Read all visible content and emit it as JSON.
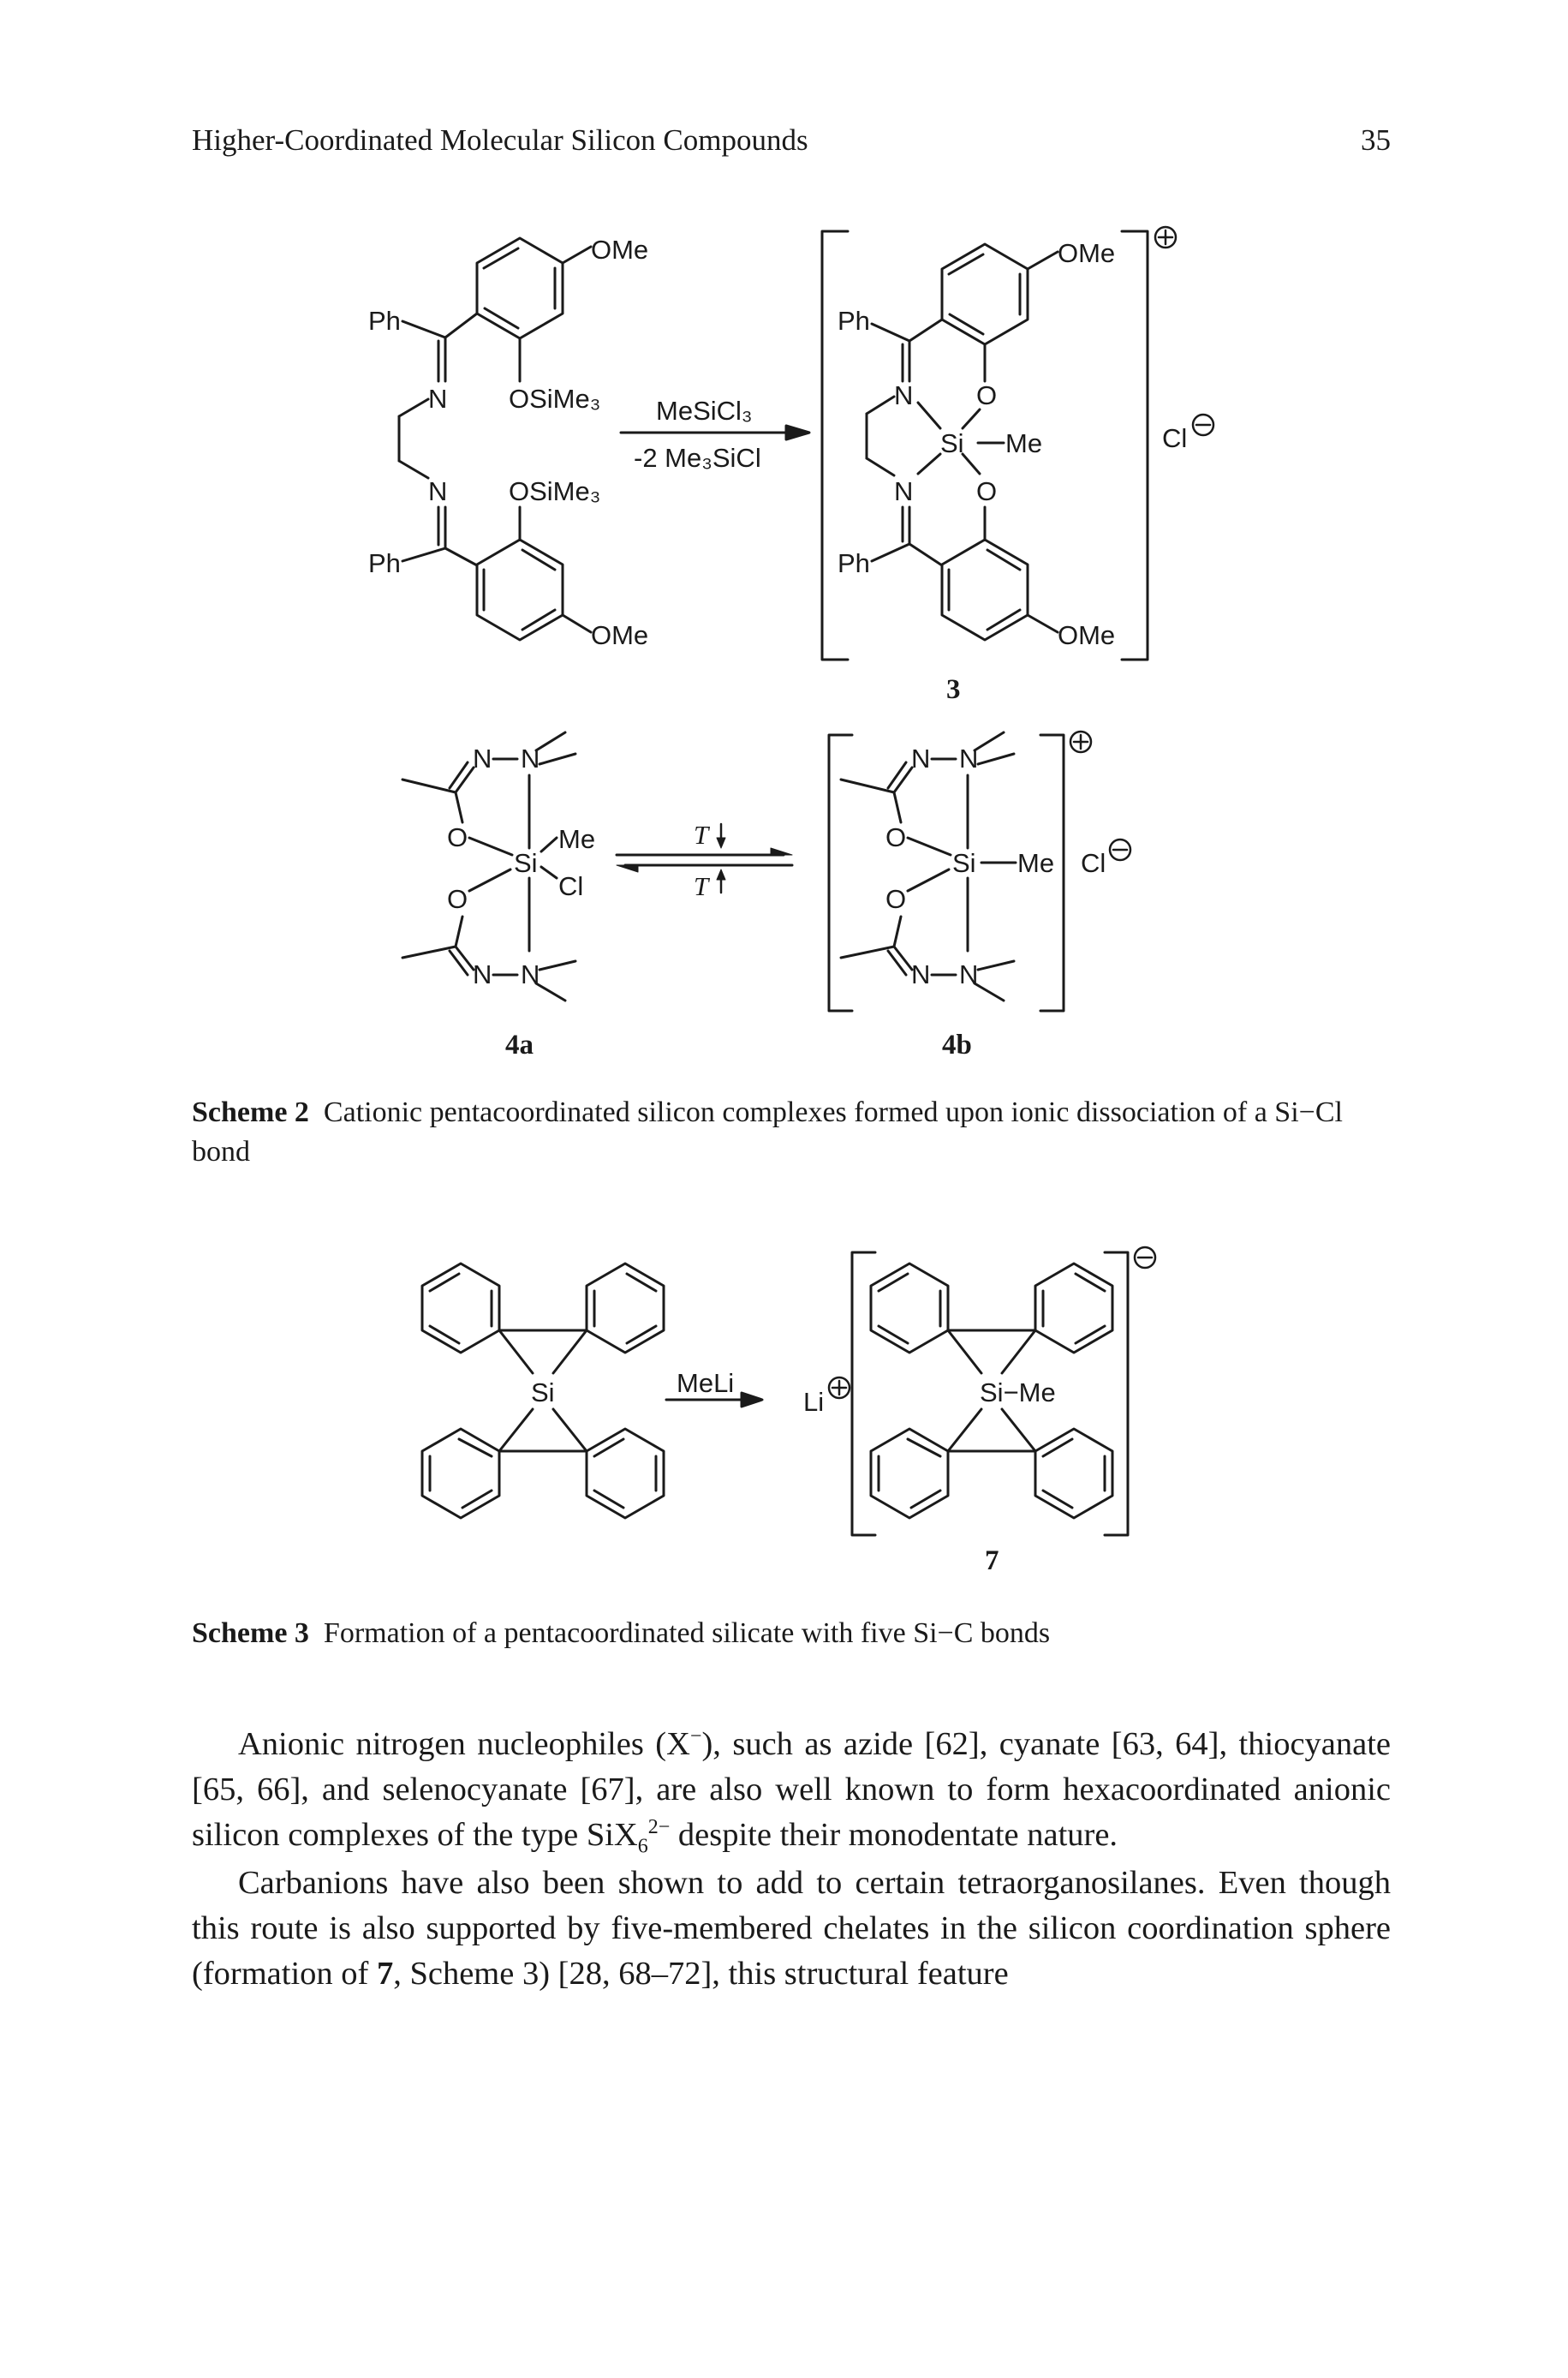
{
  "header": {
    "title": "Higher-Coordinated Molecular Silicon Compounds",
    "page_number": "35"
  },
  "scheme2": {
    "reaction1": {
      "reagent": "MeSiCl₃",
      "byproduct": "-2 Me₃SiCl",
      "product_label": "3",
      "counterion": "Cl"
    },
    "reaction2": {
      "arrow_top": "T",
      "arrow_bottom": "T",
      "left_label": "4a",
      "right_label": "4b",
      "counterion": "Cl"
    },
    "atoms": {
      "ph": "Ph",
      "n": "N",
      "o": "O",
      "si": "Si",
      "me": "Me",
      "cl": "Cl",
      "ome": "OMe",
      "osime3": "OSiMe₃"
    },
    "caption_label": "Scheme 2",
    "caption_text": "Cationic pentacoordinated silicon complexes formed upon ionic dissociation of a Si−Cl bond"
  },
  "scheme3": {
    "reagent": "MeLi",
    "cation": "Li",
    "si": "Si",
    "si_me": "Si−Me",
    "product_label": "7",
    "caption_label": "Scheme 3",
    "caption_text": "Formation of a pentacoordinated silicate with five Si−C bonds"
  },
  "body": {
    "para1": {
      "a": "Anionic nitrogen nucleophiles (X",
      "a_sup": "−",
      "b": "), such as azide [62], cyanate [63, 64], thiocya­nate [65, 66], and selenocyanate [67], are also well known to form hexacoordinated anionic silicon complexes of the type SiX",
      "b_sub": "6",
      "b_sup": "2−",
      "c": " despite their monodentate nature."
    },
    "para2": {
      "a": "Carbanions have also been shown to add to certain tetraorganosilanes. Even though this route is also supported by five-membered chelates in the silicon coordination sphere (formation of ",
      "b": "7",
      "c": ", Scheme 3) [28, 68–72], this structural feature"
    }
  }
}
